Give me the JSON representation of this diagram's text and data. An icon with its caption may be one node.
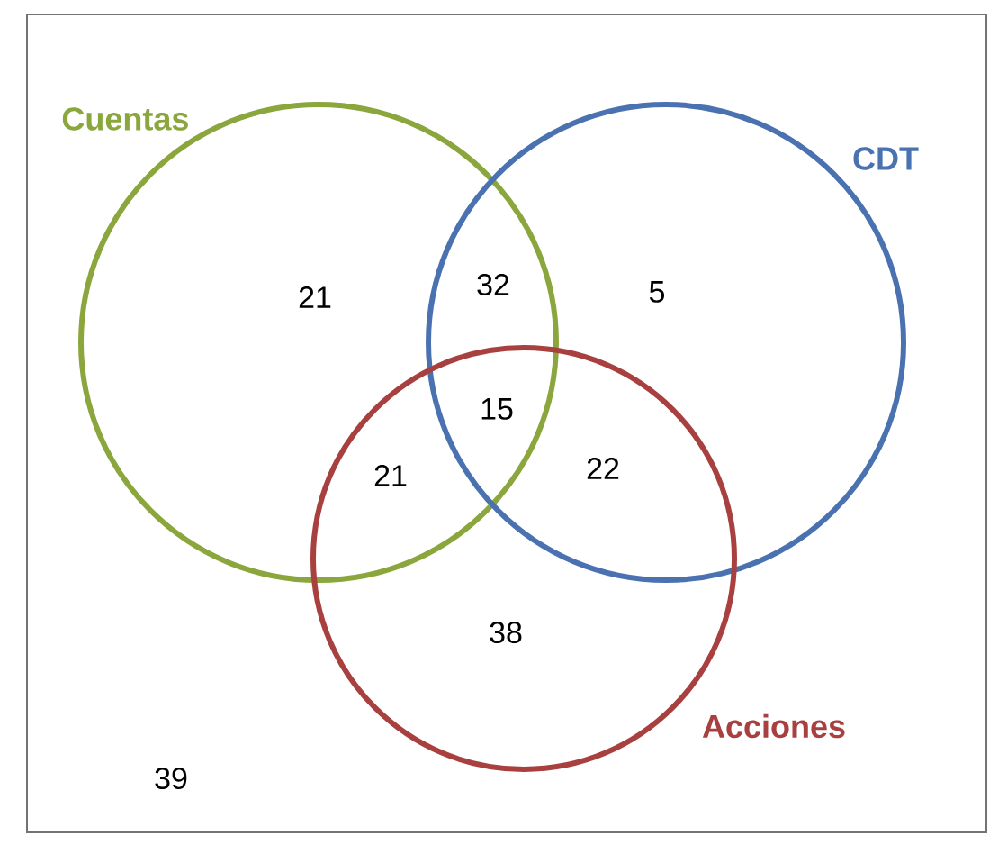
{
  "diagram": {
    "nodes": [
      {
        "text": [
          "Cuentas"
        ]
      },
      {
        "text": [
          "CDT"
        ]
      },
      {
        "text": [
          "Acciones"
        ]
      }
    ],
    "labels": [
      "21",
      "32",
      "5",
      "15",
      "21",
      "22",
      "38",
      "39"
    ]
  }
}
